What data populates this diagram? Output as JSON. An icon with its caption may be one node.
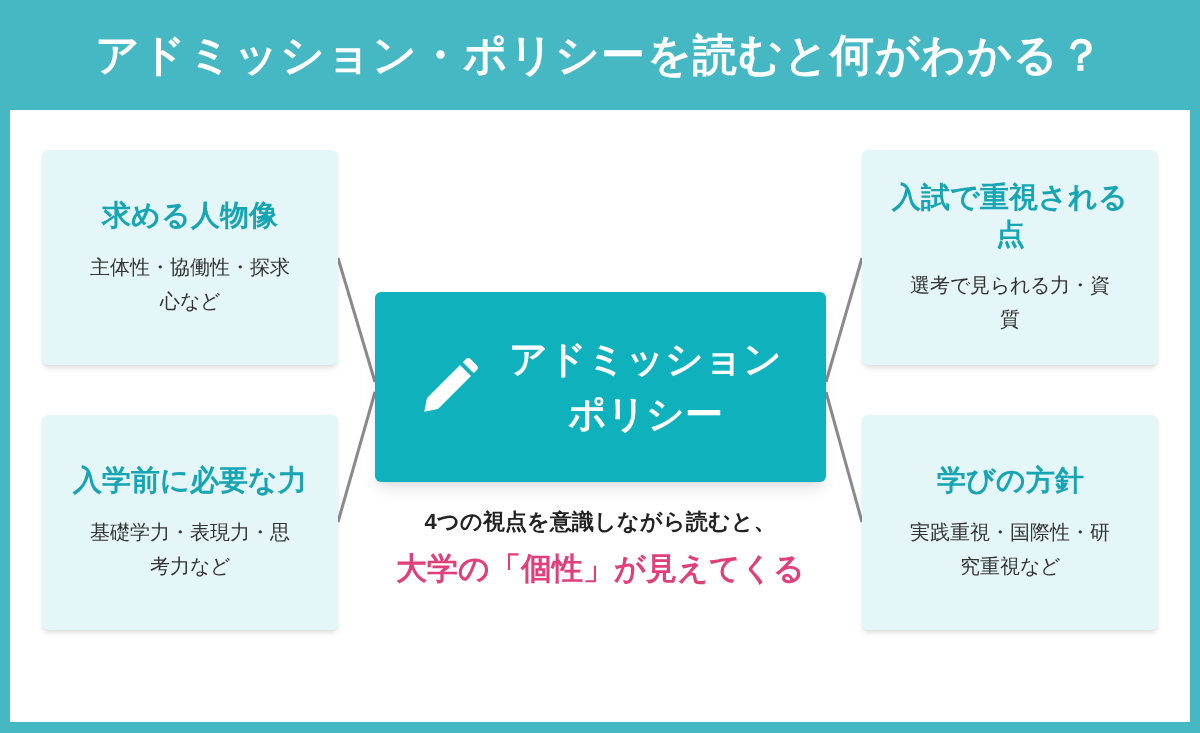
{
  "diagram": {
    "title": "アドミッション・ポリシーを読むと何がわかる？",
    "nodes": [
      {
        "text": [
          "求める人物像",
          "主体性・協働性・探求心など"
        ]
      },
      {
        "text": [
          "入学前に必要な力",
          "基礎学力・表現力・思考力など"
        ]
      },
      {
        "text": [
          "アドミッションポリシー"
        ]
      },
      {
        "text": [
          "入試で重視される点",
          "選考で見られる力・資質"
        ]
      },
      {
        "text": [
          "学びの方針",
          "実践重視・国際性・研究重視など"
        ]
      }
    ],
    "edges": [
      {
        "from": 0,
        "to": 2,
        "arrow": "none"
      },
      {
        "from": 1,
        "to": 2,
        "arrow": "none"
      },
      {
        "from": 3,
        "to": 2,
        "arrow": "none"
      },
      {
        "from": 4,
        "to": 2,
        "arrow": "none"
      }
    ],
    "labels": [
      "4つの視点を意識しながら読むと、",
      "大学の「個性」が見えてくる"
    ]
  }
}
